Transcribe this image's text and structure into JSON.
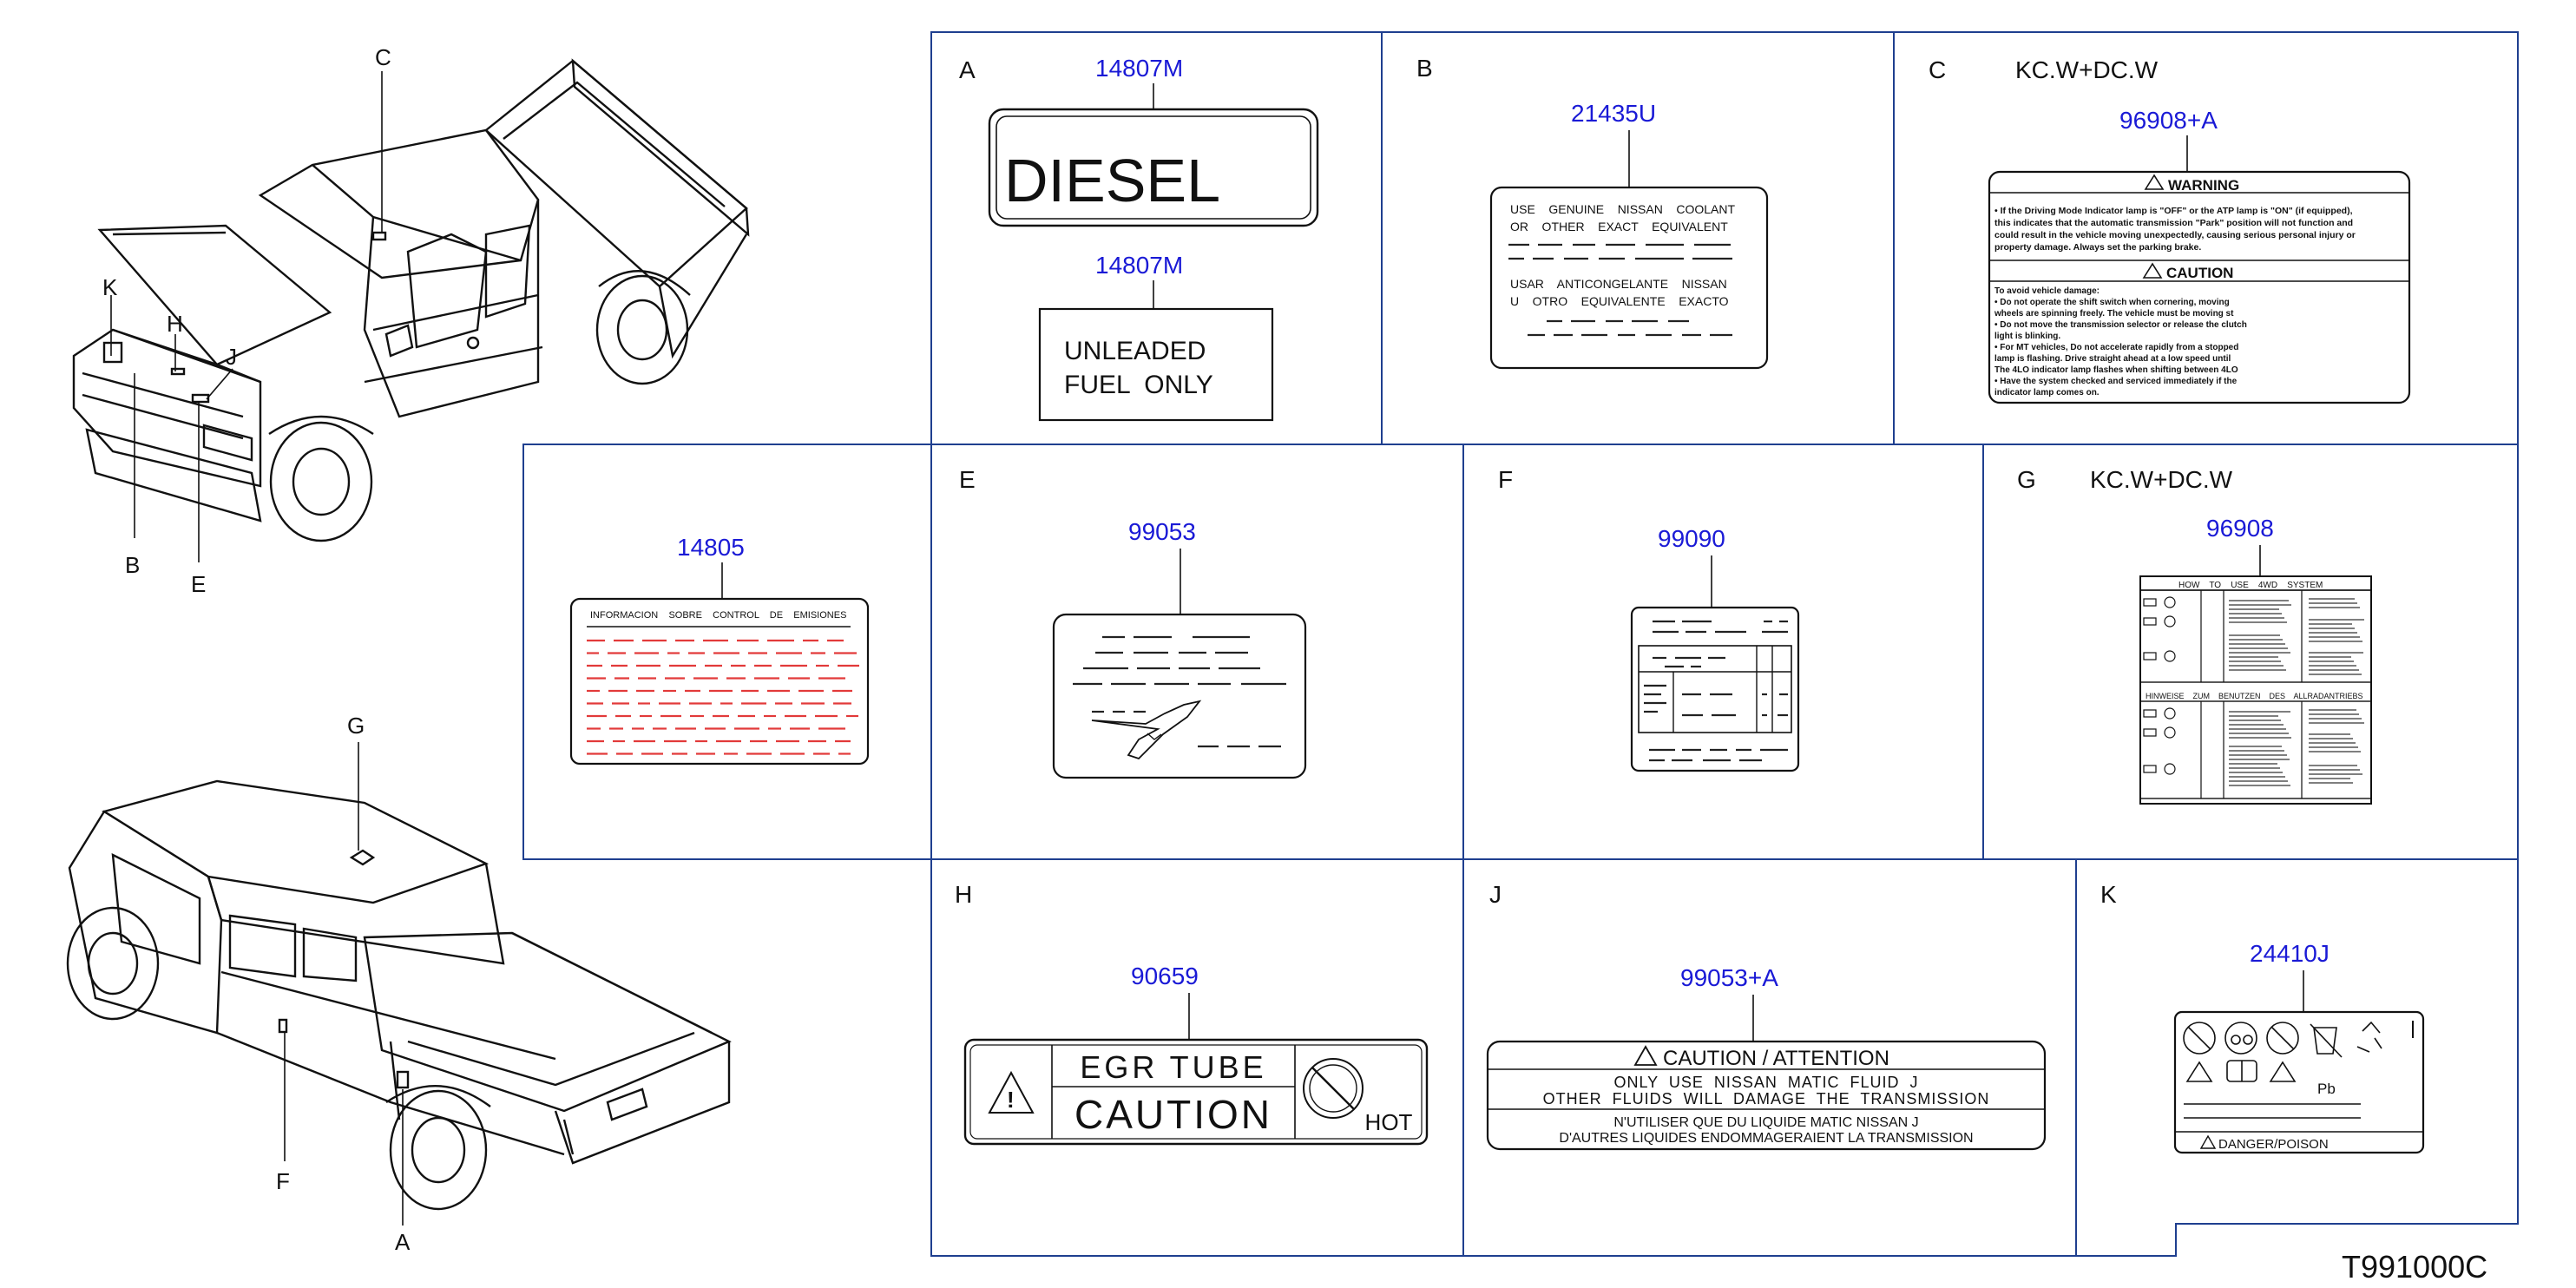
{
  "diagram_code": "T991000C",
  "callouts": [
    "C",
    "K",
    "H",
    "J",
    "B",
    "E",
    "G",
    "F",
    "A"
  ],
  "panels": {
    "A": {
      "letter": "A",
      "part_top": "14807M",
      "label_text": "DIESEL",
      "part_bottom": "14807M",
      "label2_line1": "UNLEADED",
      "label2_line2": "FUEL  ONLY"
    },
    "B": {
      "letter": "B",
      "part": "21435U",
      "en_line1": "USE    GENUINE    NISSAN    COOLANT",
      "en_line2": "OR    OTHER    EXACT    EQUIVALENT",
      "es_line1": "USAR    ANTICONGELANTE    NISSAN",
      "es_line2": "U    OTRO    EQUIVALENTE    EXACTO"
    },
    "C": {
      "letter": "C",
      "note": "KC.W+DC.W",
      "part": "96908+A",
      "warning_title": "WARNING",
      "caution_title": "CAUTION",
      "warning_lines": [
        "• If the Driving Mode Indicator lamp is \"OFF\" or the ATP lamp is \"ON\" (if equipped),",
        "this indicates that the automatic transmission \"Park\" position will not function and",
        "could result in the vehicle moving unexpectedly, causing serious personal injury or",
        "property damage. Always set the parking brake."
      ],
      "caution_lines": [
        "To avoid vehicle damage:",
        "• Do not operate the shift switch when cornering, moving",
        "wheels are spinning freely. The vehicle must be moving st",
        "• Do not move the transmission selector or release the clutch",
        "light is blinking.",
        "• For MT vehicles, Do not accelerate rapidly from a stopped",
        "lamp is flashing. Drive straight ahead at a low speed until",
        "The 4LO indicator lamp flashes when shifting between 4LO",
        "• Have the system checked and serviced immediately if the",
        "indicator lamp comes on."
      ]
    },
    "D": {
      "part": "14805",
      "header": "INFORMACION    SOBRE    CONTROL    DE    EMISIONES"
    },
    "E": {
      "letter": "E",
      "part": "99053"
    },
    "F": {
      "letter": "F",
      "part": "99090"
    },
    "G": {
      "letter": "G",
      "note": "KC.W+DC.W",
      "part": "96908",
      "table1_header": "HOW    TO    USE    4WD    SYSTEM",
      "table2_header": "HINWEISE    ZUM    BENUTZEN    DES    ALLRADANTRIEBS"
    },
    "H": {
      "letter": "H",
      "part": "90659",
      "line1": "EGR TUBE",
      "line2": "CAUTION",
      "hot": "HOT"
    },
    "J": {
      "letter": "J",
      "part": "99053+A",
      "title": "CAUTION / ATTENTION",
      "line1": "ONLY  USE  NISSAN  MATIC  FLUID  J",
      "line2": "OTHER  FLUIDS  WILL  DAMAGE  THE  TRANSMISSION",
      "line3": "N'UTILISER QUE DU LIQUIDE MATIC NISSAN J",
      "line4": "D'AUTRES LIQUIDES ENDOMMAGERAIENT LA TRANSMISSION"
    },
    "K": {
      "letter": "K",
      "part": "24410J",
      "pb": "Pb",
      "danger": "DANGER/POISON"
    }
  }
}
